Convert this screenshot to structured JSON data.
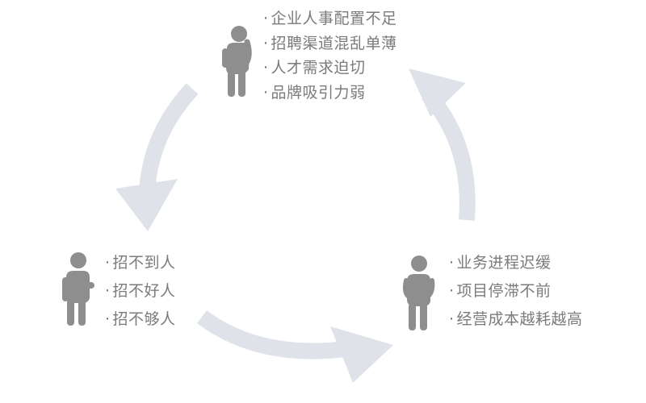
{
  "figures": [
    {
      "icon": "thinking-person-icon",
      "items": [
        "企业人事配置不足",
        "招聘渠道混乱单薄",
        "人才需求迫切",
        "品牌吸引力弱"
      ]
    },
    {
      "icon": "hand-on-chest-person-icon",
      "items": [
        "招不到人",
        "招不好人",
        "招不够人"
      ]
    },
    {
      "icon": "hands-folded-person-icon",
      "items": [
        "业务进程迟缓",
        "项目停滞不前",
        "经营成本越耗越高"
      ]
    }
  ],
  "colors": {
    "arrow": "#dfe3e9",
    "figure": "#8e8e8e",
    "text": "#7b7b7b"
  }
}
